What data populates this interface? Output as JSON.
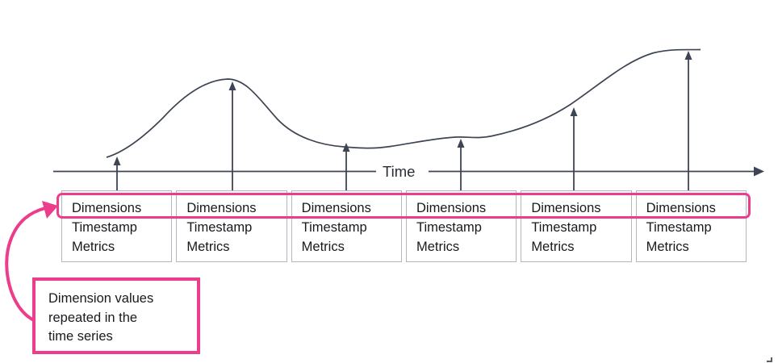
{
  "colors": {
    "accent_pink": "#EE3C8C",
    "diagram_line": "#3D4452",
    "box_border": "#B3B6BC",
    "text": "#17191D"
  },
  "axis": {
    "label": "Time"
  },
  "records": [
    {
      "dimensions": "Dimensions",
      "timestamp": "Timestamp",
      "metrics": "Metrics"
    },
    {
      "dimensions": "Dimensions",
      "timestamp": "Timestamp",
      "metrics": "Metrics"
    },
    {
      "dimensions": "Dimensions",
      "timestamp": "Timestamp",
      "metrics": "Metrics"
    },
    {
      "dimensions": "Dimensions",
      "timestamp": "Timestamp",
      "metrics": "Metrics"
    },
    {
      "dimensions": "Dimensions",
      "timestamp": "Timestamp",
      "metrics": "Metrics"
    },
    {
      "dimensions": "Dimensions",
      "timestamp": "Timestamp",
      "metrics": "Metrics"
    }
  ],
  "callout": {
    "lines": [
      "Dimension values",
      "repeated in the",
      "time series"
    ]
  }
}
